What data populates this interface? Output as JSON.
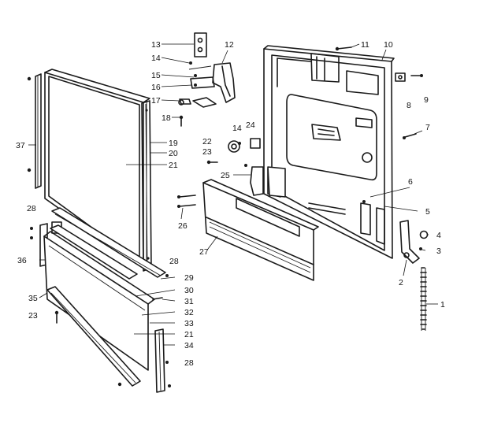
{
  "labels": {
    "l1": "1",
    "l2": "2",
    "l3": "3",
    "l4": "4",
    "l5": "5",
    "l6": "6",
    "l7": "7",
    "l8": "8",
    "l9": "9",
    "l10": "10",
    "l11": "11",
    "l12": "12",
    "l13": "13",
    "l14a": "14",
    "l14b": "14",
    "l15": "15",
    "l16": "16",
    "l17": "17",
    "l18": "18",
    "l19": "19",
    "l20": "20",
    "l21a": "21",
    "l21b": "21",
    "l22": "22",
    "l23a": "23",
    "l23b": "23",
    "l24": "24",
    "l25": "25",
    "l26": "26",
    "l27": "27",
    "l28a": "28",
    "l28b": "28",
    "l28c": "28",
    "l29": "29",
    "l30": "30",
    "l31": "31",
    "l32": "32",
    "l33": "33",
    "l34": "34",
    "l35": "35",
    "l36": "36",
    "l37": "37"
  }
}
